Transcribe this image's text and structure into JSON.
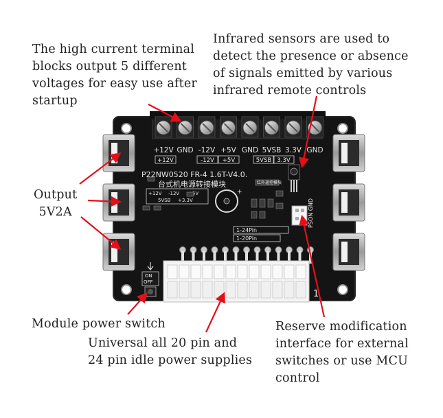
{
  "annotations": {
    "terminal_blocks": [
      "The high current terminal",
      "blocks output 5 different",
      "voltages for easy use after",
      "startup"
    ],
    "infrared": [
      "Infrared sensors are used to",
      "detect the presence or absence",
      "of signals emitted by various",
      "infrared remote controls"
    ],
    "output": [
      "Output",
      "5V2A"
    ],
    "power_switch": "Module power switch",
    "atx_connector": [
      "Universal all 20 pin and",
      "24 pin idle power supplies"
    ],
    "reserve_interface": [
      "Reserve modification",
      "interface for external",
      "switches or use MCU",
      "control"
    ]
  },
  "board": {
    "terminal_labels": [
      "+12V",
      "GND",
      "-12V",
      "+5V",
      "GND",
      "5VSB",
      "3.3V",
      "GND"
    ],
    "rail_boxes": [
      "+12V",
      "-12V",
      "+5V",
      "5VSB",
      "3.3V"
    ],
    "model": "P22NW0520  FR-4  1.6T-V4.0.",
    "chinese_title": "台式机电源转接模块",
    "ir_label": "红外遥控模块",
    "pin24_label": "1-24Pin",
    "pin20_label": "1-20Pin",
    "switch_on": "ON",
    "switch_off": "OFF",
    "psu_label": "PSON GND",
    "mini_rails": [
      "+12V",
      "-12V",
      "+5V",
      "5VSB",
      "+3.3V"
    ],
    "corner_mark": "1"
  },
  "colors": {
    "pcb": "#141414",
    "silkscreen": "#e8e8e8",
    "arrow": "#e3101b",
    "text": "#222222"
  }
}
